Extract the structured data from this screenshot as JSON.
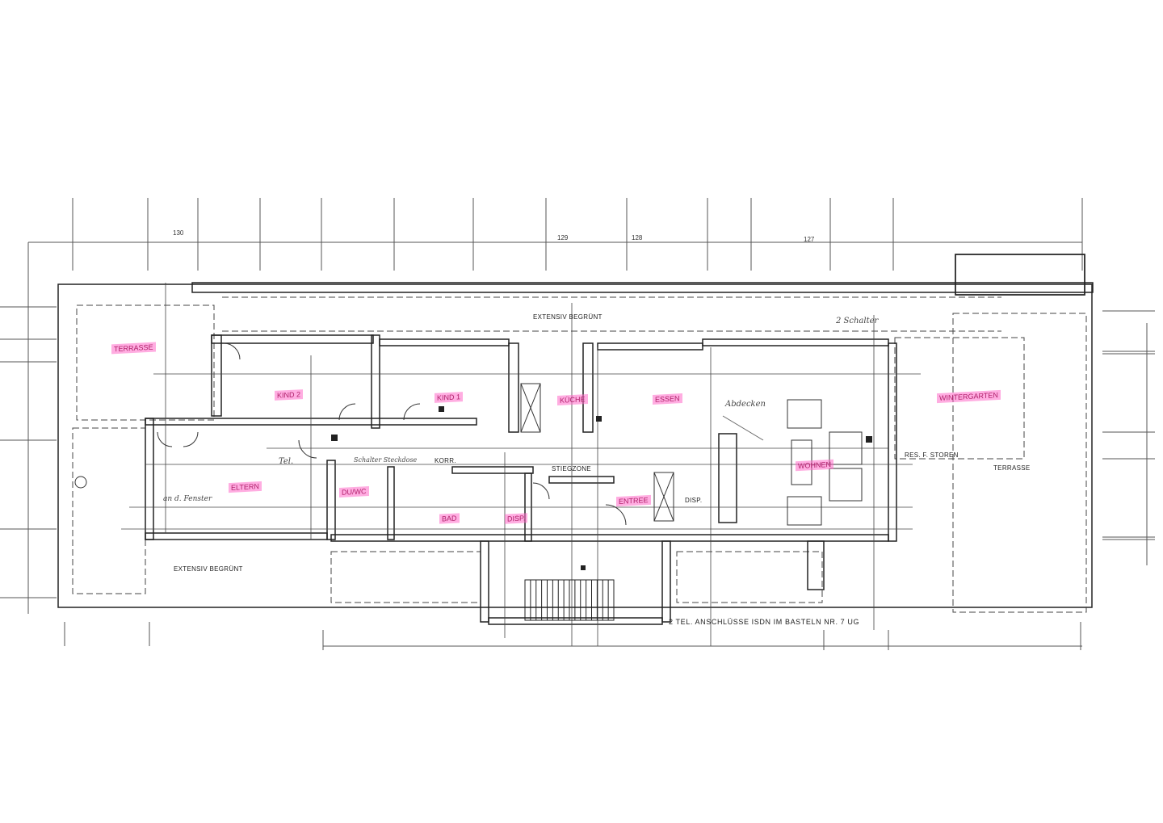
{
  "axis_labels": [
    "130",
    "129",
    "128",
    "127"
  ],
  "rooms": [
    {
      "name": "TERRASSE"
    },
    {
      "name": "KIND 2"
    },
    {
      "name": "KIND 1"
    },
    {
      "name": "KÜCHE"
    },
    {
      "name": "ESSEN"
    },
    {
      "name": "WINTERGARTEN"
    },
    {
      "name": "ELTERN"
    },
    {
      "name": "DU/WC"
    },
    {
      "name": "BAD"
    },
    {
      "name": "DISP."
    },
    {
      "name": "ENTREE"
    },
    {
      "name": "WOHNEN"
    }
  ],
  "labels": {
    "extensiv_top": "EXTENSIV BEGRÜNT",
    "extensiv_bottom": "EXTENSIV BEGRÜNT",
    "korr": "KORR.",
    "stiegzone": "STIEGZONE",
    "res_storen": "RES. F. STOREN",
    "terrasse_right": "TERRASSE",
    "disp_right": "DISP."
  },
  "handwritten": {
    "abdecken": "Abdecken",
    "schalter": "2 Schalter",
    "schalter_steckdose": "Schalter Steckdose",
    "tel": "Tel.",
    "tel_note": "an d. Fenster"
  },
  "note": "2 TEL. ANSCHLÜSSE ISDN IM BASTELN NR. 7 UG",
  "colors": {
    "highlight": "#ff69c8",
    "line": "#333333"
  }
}
